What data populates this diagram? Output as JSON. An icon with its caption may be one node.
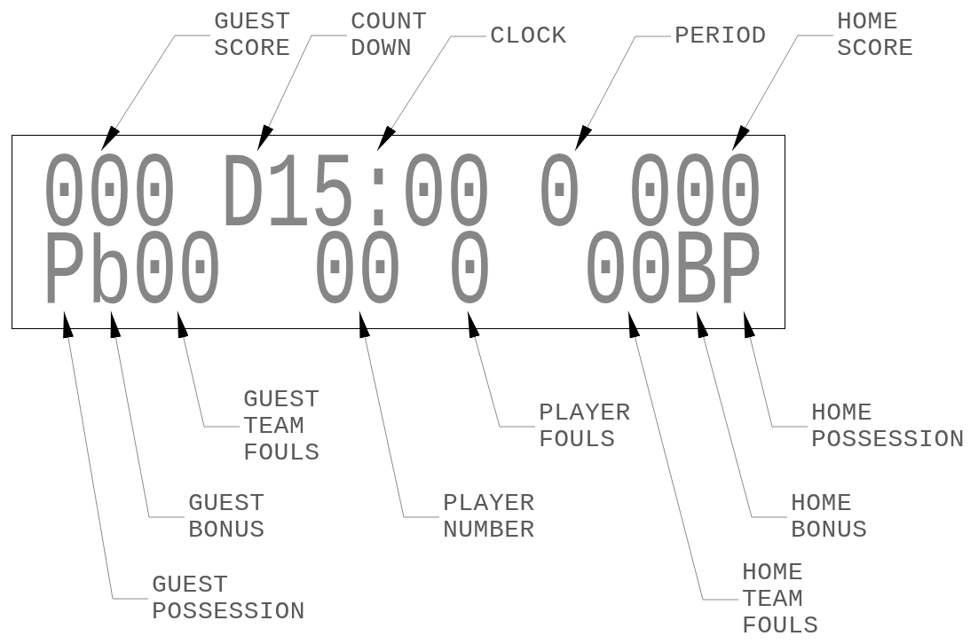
{
  "diagram": {
    "nodes": [
      {
        "text": [
          "GUEST SCORE"
        ]
      },
      {
        "text": [
          "COUNT DOWN"
        ]
      },
      {
        "text": [
          "CLOCK"
        ]
      },
      {
        "text": [
          "PERIOD"
        ]
      },
      {
        "text": [
          "HOME SCORE"
        ]
      },
      {
        "text": [],
        "shape": "box"
      },
      {
        "text": [
          "000"
        ],
        "in": 5
      },
      {
        "text": [
          "D"
        ],
        "in": 5
      },
      {
        "text": [
          "15:00"
        ],
        "in": 5
      },
      {
        "text": [
          "0"
        ],
        "in": 5
      },
      {
        "text": [
          "000"
        ],
        "in": 5
      },
      {
        "text": [
          "P"
        ],
        "in": 5
      },
      {
        "text": [
          "b"
        ],
        "in": 5
      },
      {
        "text": [
          "00"
        ],
        "in": 5
      },
      {
        "text": [
          "00"
        ],
        "in": 5
      },
      {
        "text": [
          "0"
        ],
        "in": 5
      },
      {
        "text": [
          "00"
        ],
        "in": 5
      },
      {
        "text": [
          "B"
        ],
        "in": 5
      },
      {
        "text": [
          "P"
        ],
        "in": 5
      },
      {
        "text": [
          "GUEST POSSESSION"
        ]
      },
      {
        "text": [
          "GUEST BONUS"
        ]
      },
      {
        "text": [
          "GUEST TEAM FOULS"
        ]
      },
      {
        "text": [
          "PLAYER NUMBER"
        ]
      },
      {
        "text": [
          "PLAYER FOULS"
        ]
      },
      {
        "text": [
          "HOME TEAM FOULS"
        ]
      },
      {
        "text": [
          "HOME BONUS"
        ]
      },
      {
        "text": [
          "HOME POSSESSION"
        ]
      }
    ],
    "edges": [
      {
        "from": 0,
        "to": 6,
        "arrow": "to"
      },
      {
        "from": 1,
        "to": 7,
        "arrow": "to"
      },
      {
        "from": 2,
        "to": 8,
        "arrow": "to"
      },
      {
        "from": 3,
        "to": 9,
        "arrow": "to"
      },
      {
        "from": 4,
        "to": 10,
        "arrow": "to"
      },
      {
        "from": 19,
        "to": 11,
        "arrow": "to"
      },
      {
        "from": 20,
        "to": 12,
        "arrow": "to"
      },
      {
        "from": 21,
        "to": 13,
        "arrow": "to"
      },
      {
        "from": 22,
        "to": 14,
        "arrow": "to"
      },
      {
        "from": 23,
        "to": 15,
        "arrow": "to"
      },
      {
        "from": 24,
        "to": 16,
        "arrow": "to"
      },
      {
        "from": 25,
        "to": 17,
        "arrow": "to"
      },
      {
        "from": 26,
        "to": 18,
        "arrow": "to"
      }
    ]
  }
}
